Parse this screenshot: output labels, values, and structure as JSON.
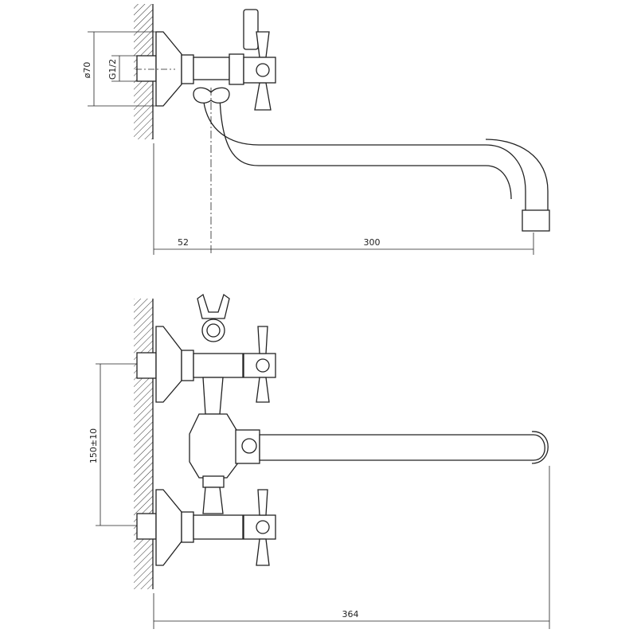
{
  "top_view": {
    "dim_flange_diameter": "ø70",
    "dim_thread": "G1/2",
    "dim_wall_offset": "52",
    "dim_spout_reach": "300"
  },
  "front_view": {
    "dim_center_distance": "150±10",
    "dim_total_length": "364"
  },
  "colors": {
    "line": "#222222",
    "background": "#ffffff"
  }
}
